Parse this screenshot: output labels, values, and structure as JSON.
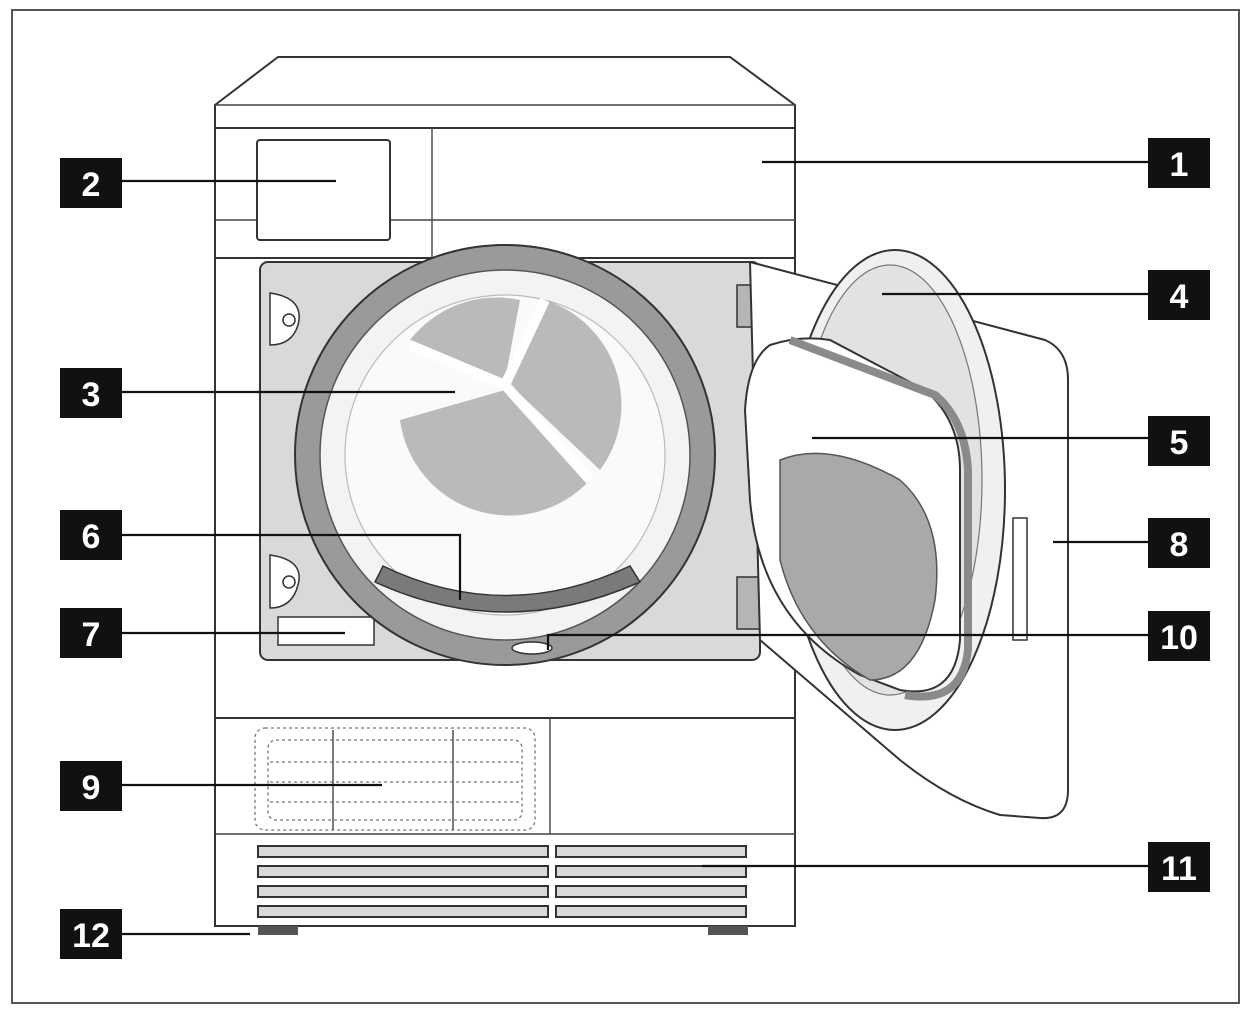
{
  "diagram": {
    "subject": "tumble dryer front view with door open",
    "callouts": [
      {
        "id": "1",
        "label": "1"
      },
      {
        "id": "2",
        "label": "2"
      },
      {
        "id": "3",
        "label": "3"
      },
      {
        "id": "4",
        "label": "4"
      },
      {
        "id": "5",
        "label": "5"
      },
      {
        "id": "6",
        "label": "6"
      },
      {
        "id": "7",
        "label": "7"
      },
      {
        "id": "8",
        "label": "8"
      },
      {
        "id": "9",
        "label": "9"
      },
      {
        "id": "10",
        "label": "10"
      },
      {
        "id": "11",
        "label": "11"
      },
      {
        "id": "12",
        "label": "12"
      }
    ]
  }
}
